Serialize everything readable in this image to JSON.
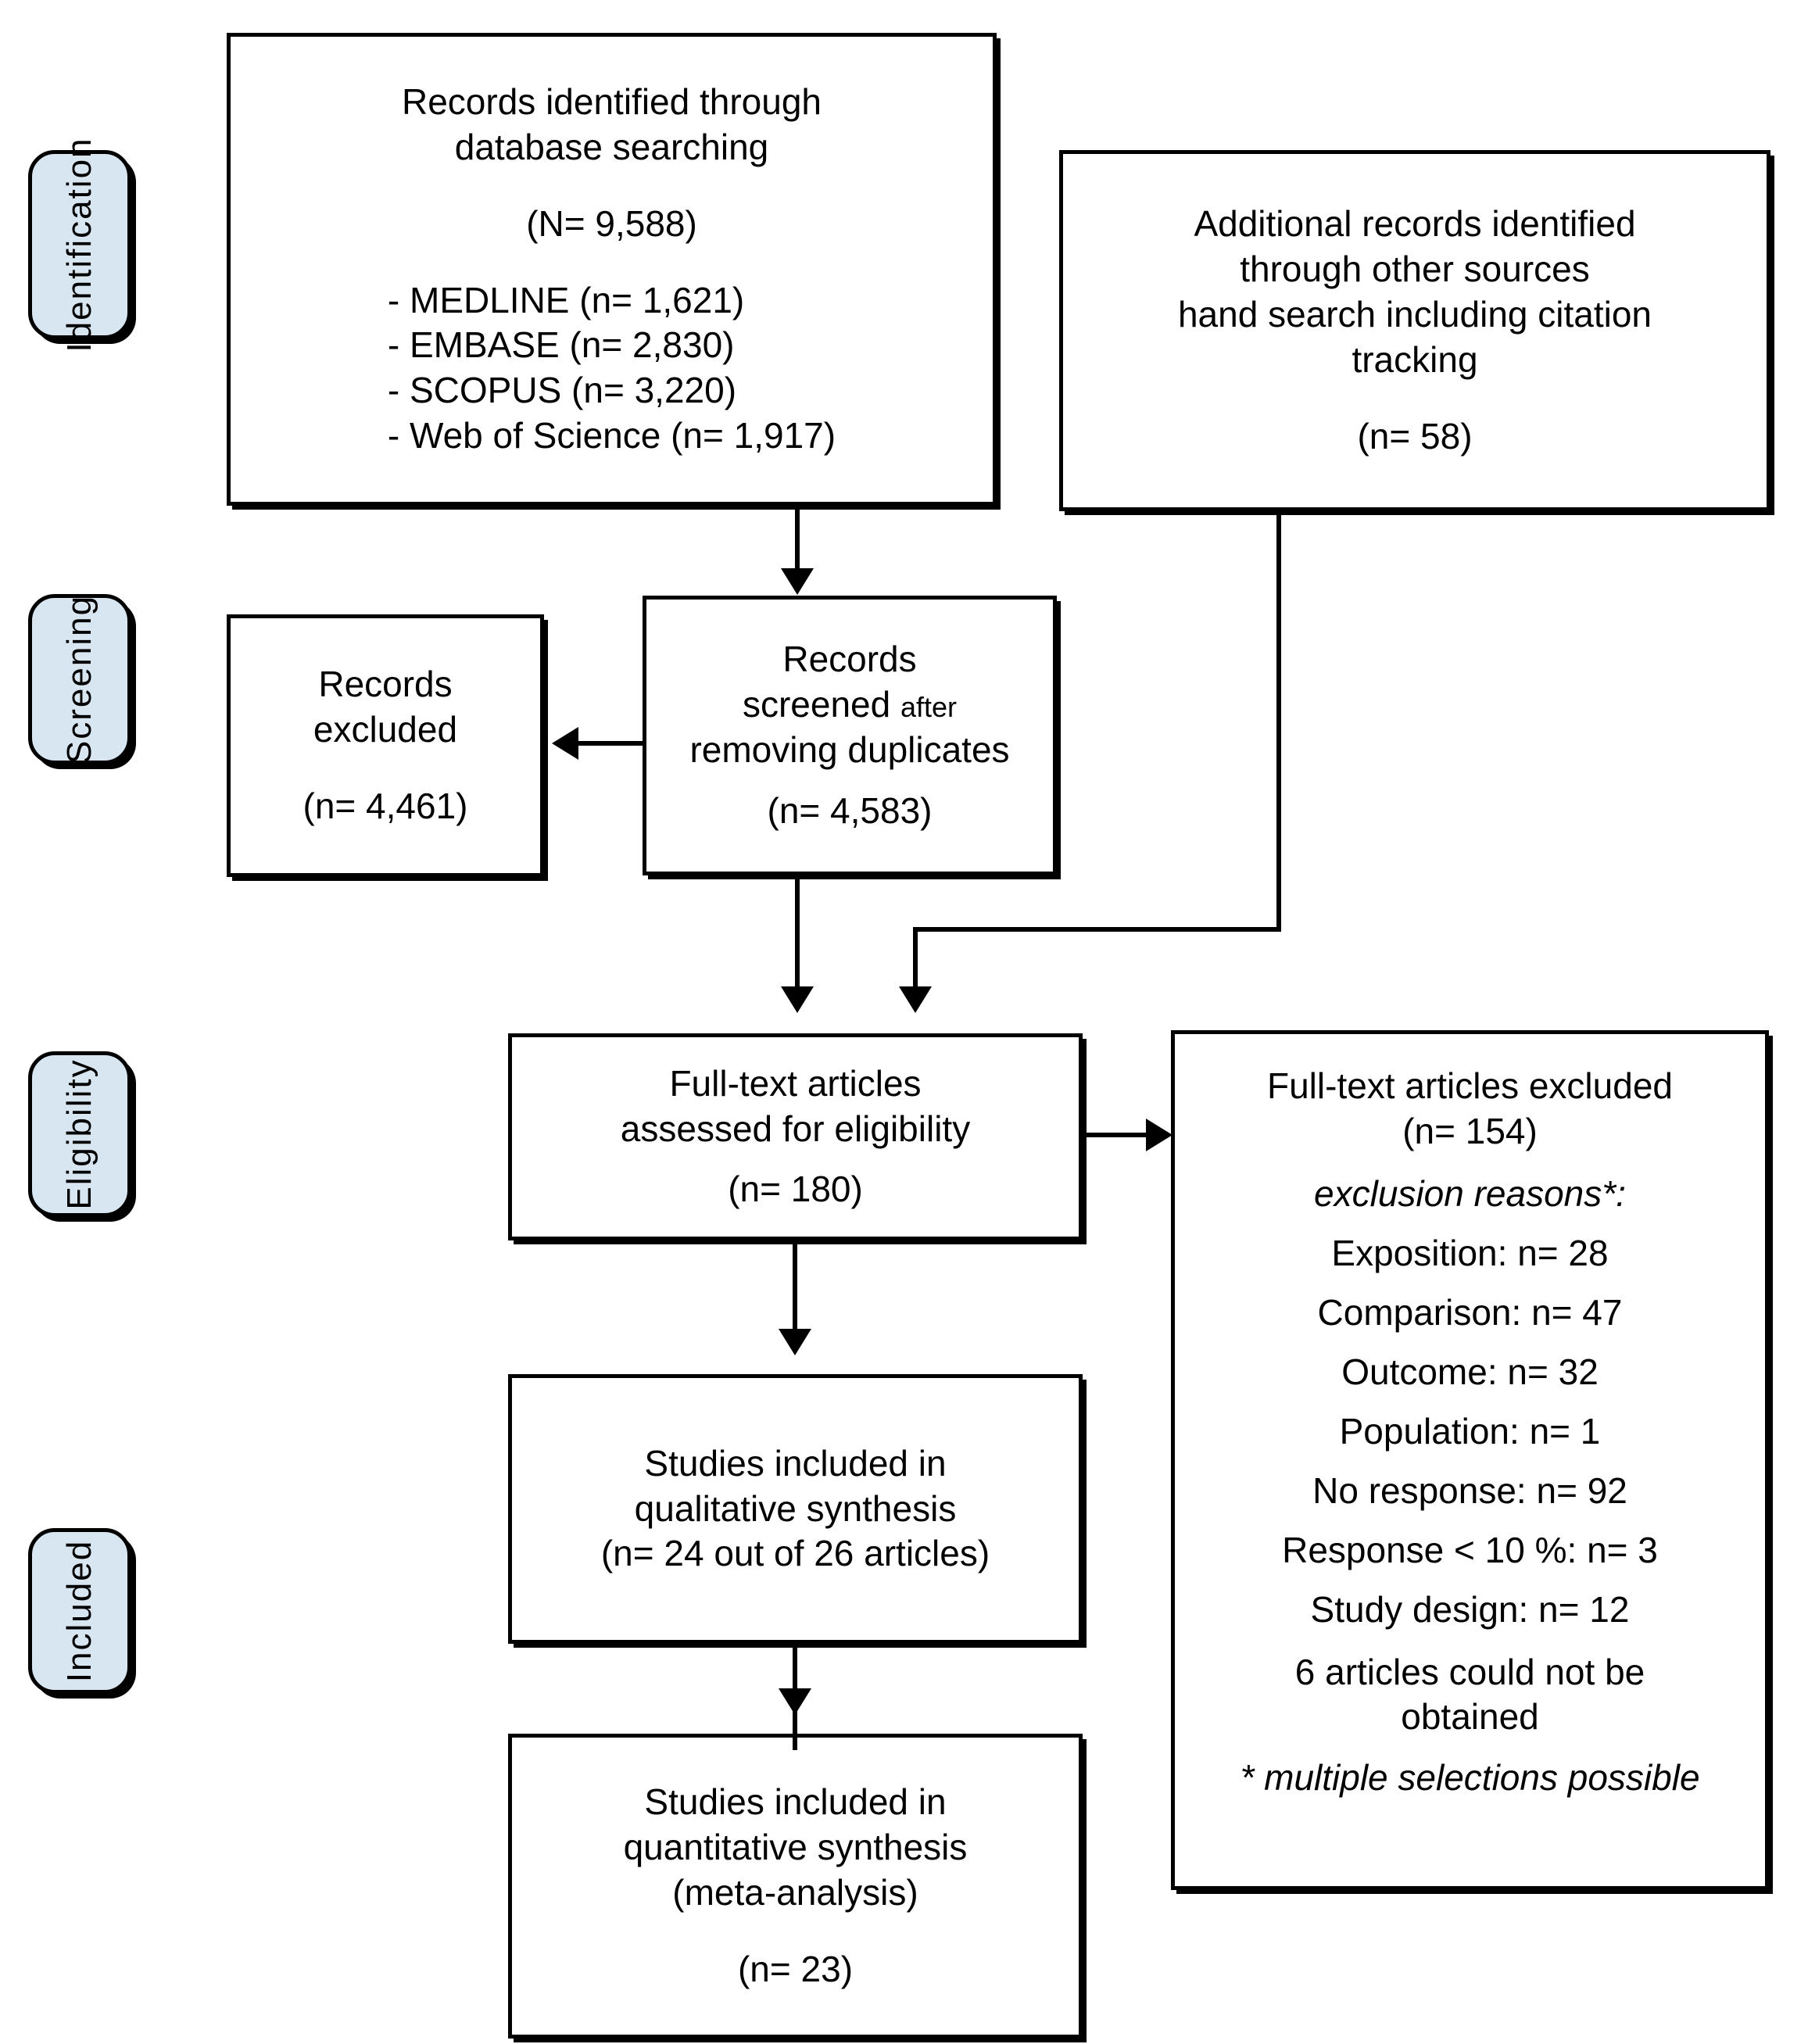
{
  "diagram": {
    "type": "prisma-flow-diagram",
    "accent_fill": "#d8e6f2",
    "stroke": "#000000"
  },
  "stages": [
    {
      "key": "identification",
      "label": "Identification"
    },
    {
      "key": "screening",
      "label": "Screening"
    },
    {
      "key": "eligibility",
      "label": "Eligibility"
    },
    {
      "key": "included",
      "label": "Included"
    }
  ],
  "boxes": {
    "database_search": {
      "title_line1": "Records identified through",
      "title_line2": "database searching",
      "total": "(N= 9,588)",
      "sources": [
        "- MEDLINE (n= 1,621)",
        "- EMBASE (n= 2,830)",
        "- SCOPUS (n= 3,220)",
        "- Web of Science (n= 1,917)"
      ]
    },
    "other_sources": {
      "line1": "Additional records identified",
      "line2": "through other sources",
      "line3": "hand search including citation",
      "line4": "tracking",
      "count": "(n= 58)"
    },
    "records_screened": {
      "line1": "Records",
      "line2_main": "screened ",
      "line2_small": "after",
      "line3_small": "removing duplicates",
      "count": "(n= 4,583)"
    },
    "records_excluded": {
      "line1": "Records",
      "line2": "excluded",
      "count": "(n= 4,461)"
    },
    "fulltext_assessed": {
      "line1": "Full-text articles",
      "line2": "assessed for eligibility",
      "count": "(n= 180)"
    },
    "fulltext_excluded": {
      "title": "Full-text articles excluded",
      "count": "(n= 154)",
      "reasons_heading": "exclusion reasons*:",
      "reasons": [
        "Exposition: n= 28",
        "Comparison: n= 47",
        "Outcome: n= 32",
        "Population: n= 1",
        "No response: n= 92",
        "Response < 10 %: n= 3",
        "Study design: n= 12"
      ],
      "note_line1": "6 articles could not be",
      "note_line2": "obtained",
      "footnote": "* multiple selections possible"
    },
    "qualitative": {
      "line1": "Studies included in",
      "line2": "qualitative synthesis",
      "count": "(n= 24 out of 26 articles)"
    },
    "quantitative": {
      "line1": "Studies included in",
      "line2": "quantitative synthesis",
      "line3": "(meta-analysis)",
      "count": "(n= 23)"
    }
  }
}
